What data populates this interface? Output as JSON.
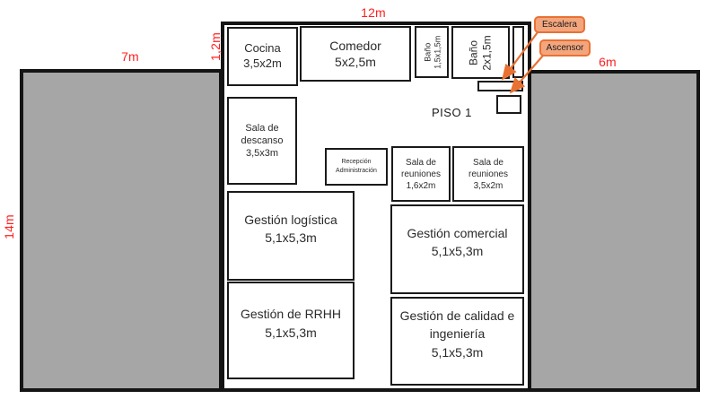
{
  "floor_label": "PISO 1",
  "dimensions": {
    "top_width": "12m",
    "left_building_width": "7m",
    "right_building_width": "6m",
    "left_height": "14m",
    "wall_offset": "1,2m"
  },
  "rooms": {
    "cocina": {
      "name": "Cocina",
      "size": "3,5x2m"
    },
    "comedor": {
      "name": "Comedor",
      "size": "5x2,5m"
    },
    "bano_small": {
      "name": "Baño",
      "size": "1,5x1,5m"
    },
    "bano_large": {
      "name": "Baño",
      "size": "2x1,5m"
    },
    "descanso": {
      "name": "Sala de descanso",
      "size": "3,5x3m"
    },
    "recepcion": {
      "line1": "Recepción",
      "line2": "Administración"
    },
    "reuniones_1": {
      "name": "Sala de reuniones",
      "size": "1,6x2m"
    },
    "reuniones_2": {
      "name": "Sala de reuniones",
      "size": "3,5x2m"
    },
    "logistica": {
      "name": "Gestión logística",
      "size": "5,1x5,3m"
    },
    "rrhh": {
      "name": "Gestión de RRHH",
      "size": "5,1x5,3m"
    },
    "comercial": {
      "name": "Gestión comercial",
      "size": "5,1x5,3m"
    },
    "calidad": {
      "name": "Gestión de calidad e ingeniería",
      "size": "5,1x5,3m"
    }
  },
  "callouts": {
    "escalera": "Escalera",
    "ascensor": "Ascensor"
  },
  "colors": {
    "building_gray": "#a6a6a6",
    "wall_black": "#141414",
    "dimension_red": "#ff1f1f",
    "callout_fill": "#f3a67e",
    "callout_border": "#e97132"
  }
}
